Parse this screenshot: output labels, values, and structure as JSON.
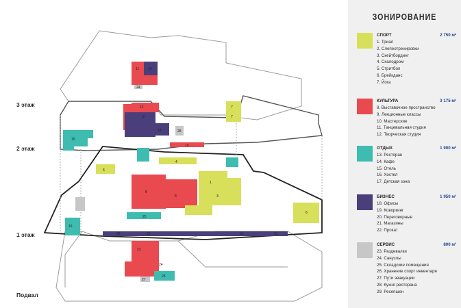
{
  "floors": {
    "third": "3 этаж",
    "second": "2 этаж",
    "first": "1 этаж",
    "basement": "Подвал"
  },
  "legend": {
    "title": "ЗОНИРОВАНИЕ",
    "groups": [
      {
        "name": "СПОРТ",
        "area": "2 750 м²",
        "color": "#d8df5a",
        "items": [
          "1. Триал",
          "2. Слепеотренировки",
          "3. Скейтбординг",
          "4. Скалодром",
          "5. Стритбол",
          "6. Брейкданс",
          "7. Йога"
        ]
      },
      {
        "name": "КУЛЬТУРА",
        "area": "3 175 м²",
        "color": "#e84a4f",
        "items": [
          "8. Выставочное пространство",
          "9. Лекционные классы",
          "10. Мастерские",
          "11. Танцевальная студия",
          "12. Творческая студия"
        ]
      },
      {
        "name": "ОТДЫХ",
        "area": "1 900 м²",
        "color": "#3fbcb0",
        "items": [
          "13. Ресторан",
          "14. Кафе",
          "15. Отель",
          "16. Хостел",
          "17. Детская зона"
        ]
      },
      {
        "name": "БИЗНЕС",
        "area": "1 950 м²",
        "color": "#4a3f7a",
        "items": [
          "18. Офисы",
          "19. Коворкинг",
          "20. Переговорные",
          "21. Магазины",
          "22. Прокат"
        ]
      },
      {
        "name": "СЕРВИС",
        "area": "800 м²",
        "color": "#c7c7c7",
        "items": [
          "23. Раздевалки",
          "24. Санузлы",
          "25. Складские помещения",
          "26. Хранение спорт инвентаря",
          "27. Пути эвакуации",
          "28. Кухня ресторана",
          "29. Ресепшен"
        ]
      }
    ]
  },
  "room_labels": {
    "r11": "11",
    "r19": "19",
    "r24a": "24",
    "r12": "12",
    "r9": "9",
    "r7a": "7",
    "r7b": "7",
    "r18a": "18",
    "r28": "28",
    "r10a": "10",
    "r15": "15",
    "r4": "4",
    "r8a": "8",
    "r1": "1",
    "r8b": "8",
    "r3": "3",
    "r16": "16",
    "r6a": "6",
    "r6b": "6",
    "r20": "20",
    "r22a": "22",
    "r22b": "22",
    "r21a": "21",
    "r21b": "21",
    "r23a": "23",
    "r24b": "24",
    "r27": "27",
    "r23b": "23"
  }
}
